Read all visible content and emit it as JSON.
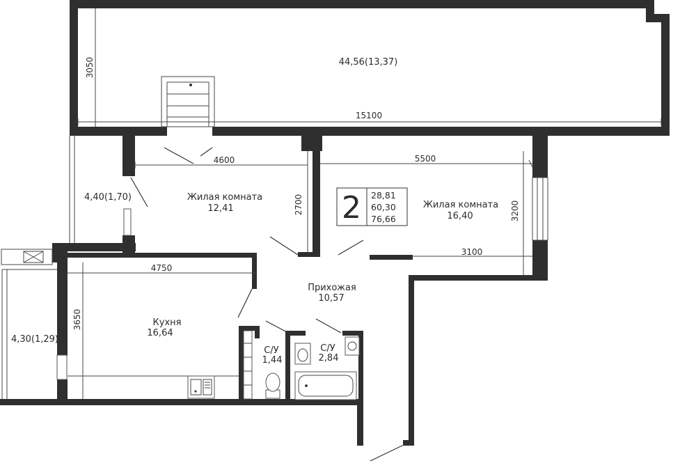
{
  "rooms": {
    "terrace": {
      "area": "44,56(13,37)"
    },
    "living1": {
      "name": "Жилая комната",
      "area": "12,41"
    },
    "living2": {
      "name": "Жилая комната",
      "area": "16,40"
    },
    "balcony_left": {
      "area": "4,40(1,70)"
    },
    "loggia": {
      "area": "4,30(1,29)"
    },
    "kitchen": {
      "name": "Кухня",
      "area": "16,64"
    },
    "hall": {
      "name": "Прихожая",
      "area": "10,57"
    },
    "wc": {
      "name": "С/У",
      "area": "1,44"
    },
    "bath": {
      "name": "С/У",
      "area": "2,84"
    }
  },
  "dimensions": {
    "terrace_width": "15100",
    "terrace_depth": "3050",
    "living1_width": "4600",
    "living1_depth": "2700",
    "living2_width": "5500",
    "living2_depth": "3200",
    "living2_lower": "3100",
    "kitchen_width": "4750",
    "kitchen_depth": "3650"
  },
  "summary": {
    "rooms_count": "2",
    "living_area": "28,81",
    "total_area": "60,30",
    "area_with_terrace": "76,66"
  }
}
